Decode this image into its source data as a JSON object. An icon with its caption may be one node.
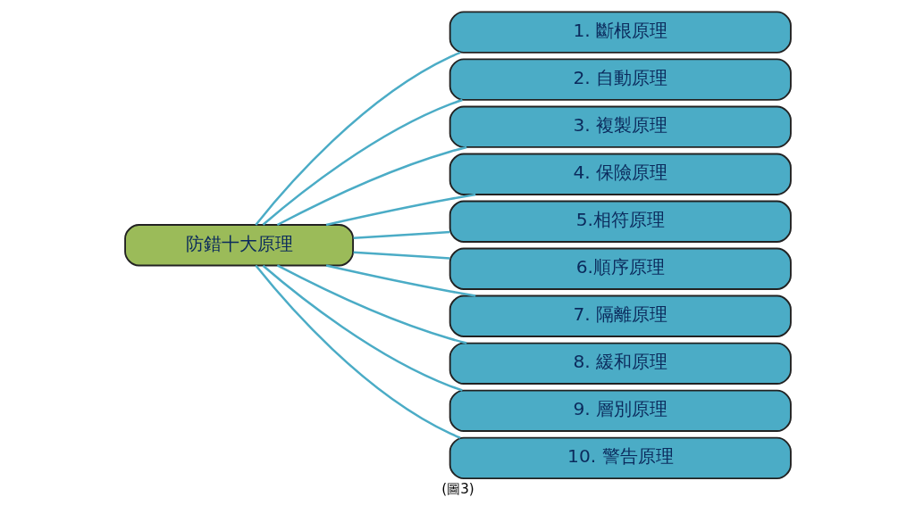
{
  "diagram": {
    "caption": "(圖3)",
    "nodes": [
      {
        "text": [
          "防錯十大原理"
        ]
      },
      {
        "text": [
          "1. 斷根原理"
        ]
      },
      {
        "text": [
          "2. 自動原理"
        ]
      },
      {
        "text": [
          "3. 複製原理"
        ]
      },
      {
        "text": [
          "4. 保險原理"
        ]
      },
      {
        "text": [
          "5.相符原理"
        ]
      },
      {
        "text": [
          "6.順序原理"
        ]
      },
      {
        "text": [
          "7. 隔離原理"
        ]
      },
      {
        "text": [
          "8. 緩和原理"
        ]
      },
      {
        "text": [
          "9. 層別原理"
        ]
      },
      {
        "text": [
          "10. 警告原理"
        ]
      }
    ],
    "edges": [
      {
        "from": 0,
        "to": 1,
        "arrow": "none"
      },
      {
        "from": 0,
        "to": 2,
        "arrow": "none"
      },
      {
        "from": 0,
        "to": 3,
        "arrow": "none"
      },
      {
        "from": 0,
        "to": 4,
        "arrow": "none"
      },
      {
        "from": 0,
        "to": 5,
        "arrow": "none"
      },
      {
        "from": 0,
        "to": 6,
        "arrow": "none"
      },
      {
        "from": 0,
        "to": 7,
        "arrow": "none"
      },
      {
        "from": 0,
        "to": 8,
        "arrow": "none"
      },
      {
        "from": 0,
        "to": 9,
        "arrow": "none"
      },
      {
        "from": 0,
        "to": 10,
        "arrow": "none"
      }
    ]
  }
}
